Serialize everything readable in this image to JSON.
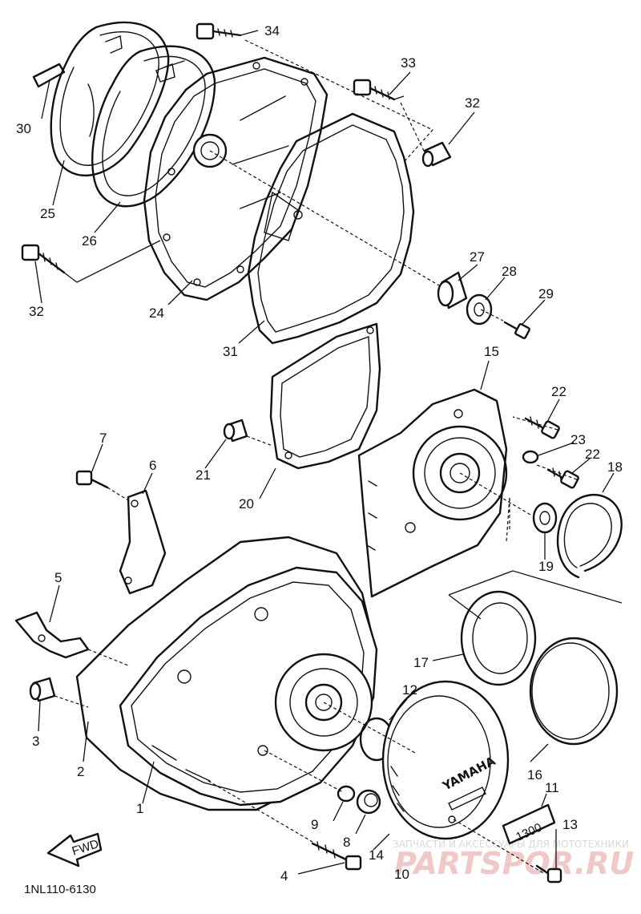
{
  "diagram": {
    "part_numbers": [
      "1",
      "2",
      "3",
      "4",
      "5",
      "6",
      "7",
      "8",
      "9",
      "10",
      "11",
      "12",
      "13",
      "14",
      "15",
      "16",
      "17",
      "18",
      "19",
      "20",
      "21",
      "22",
      "22",
      "23",
      "24",
      "25",
      "26",
      "27",
      "28",
      "29",
      "30",
      "31",
      "32",
      "32",
      "33",
      "34"
    ],
    "diagram_code": "1NL110-6130",
    "fwd_label": "FWD",
    "cover_brand": "YAMAHA",
    "emblem_text": "1300",
    "watermark_caption": "ЗАПЧАСТИ И АКСЕССУАРЫ ДЛЯ МОТОТЕХНИКИ",
    "watermark_site": "PARTSPOR.RU"
  }
}
